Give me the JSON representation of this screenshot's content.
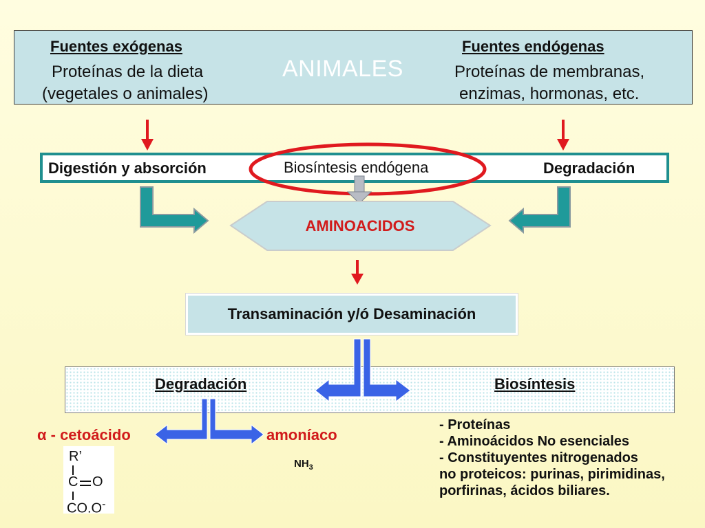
{
  "header": {
    "exogenous_title": "Fuentes exógenas",
    "exogenous_line1": "Proteínas de la dieta",
    "exogenous_line2": "(vegetales o animales)",
    "center_title": "ANIMALES",
    "endogenous_title": "Fuentes endógenas",
    "endogenous_line1": "Proteínas de membranas,",
    "endogenous_line2": "enzimas, hormonas, etc."
  },
  "processes": {
    "digestion": "Digestión y absorción",
    "biosynthesis": "Biosíntesis endógena",
    "degradation": "Degradación"
  },
  "hub": "AMINOACIDOS",
  "transformation": "Transaminación y/ó Desaminación",
  "fates": {
    "degradation": "Degradación",
    "biosynthesis": "Biosíntesis"
  },
  "products": {
    "ketoacid": "α - cetoácido",
    "ammonia": "amoníaco",
    "ammonia_formula_base": "NH",
    "ammonia_formula_sub": "3"
  },
  "structure": {
    "r_group": "R’",
    "carbon": "C",
    "oxygen": "O",
    "carboxyl": "CO.O",
    "charge": "-"
  },
  "biosynthesis_list": [
    "- Proteínas",
    "- Aminoácidos No esenciales",
    "- Constituyentes nitrogenados",
    "no proteicos: purinas, pirimidinas,",
    "porfirinas, ácidos biliares."
  ],
  "colors": {
    "panel_fill": "#c6e3e7",
    "teal": "#1f8f8f",
    "red": "#e0191f",
    "blue": "#3a63e6",
    "background": "#fbf7c4"
  }
}
